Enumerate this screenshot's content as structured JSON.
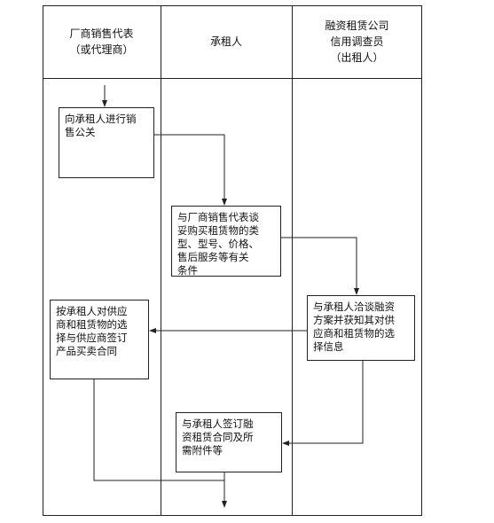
{
  "lanes": [
    {
      "title_lines": [
        "厂商销售代表",
        "（或代理商）"
      ]
    },
    {
      "title_lines": [
        "承租人"
      ]
    },
    {
      "title_lines": [
        "融资租赁公司",
        "信用调查员",
        "（出租人）"
      ]
    }
  ],
  "steps": {
    "sales_pitch": {
      "lines": [
        "向承租人进行销",
        "售公关"
      ]
    },
    "negotiate_goods": {
      "lines": [
        "与厂商销售代表谈",
        "妥购买租赁物的类",
        "型、型号、价格、",
        "售后服务等有关",
        "条件"
      ]
    },
    "financing_plan": {
      "lines": [
        "与承租人洽谈融资",
        "方案并获知其对供",
        "应商和租赁物的选",
        "择信息"
      ]
    },
    "purchase_contract": {
      "lines": [
        "按承租人对供应",
        "商和租赁物的选",
        "择与供应商签订",
        "产品买卖合同"
      ]
    },
    "lease_contract": {
      "lines": [
        "与承租人签订融",
        "资租赁合同及所",
        "需附件等"
      ]
    }
  }
}
